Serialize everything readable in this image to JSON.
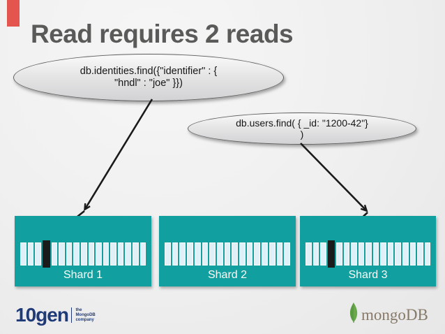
{
  "slide": {
    "title": "Read requires 2 reads",
    "title_color": "#5a5a58",
    "accent_color": "#e4554e",
    "background_color": "#efefef"
  },
  "callouts": [
    {
      "line1": "db.identities.find({\"identifier\" : {",
      "line2": "\"hndl\" : \"joe\" }})"
    },
    {
      "line1": "db.users.find( { _id: \"1200-42\"}",
      "line2": ")"
    }
  ],
  "shards": [
    {
      "label": "Shard 1",
      "chunks": 17,
      "highlight_index": 3
    },
    {
      "label": "Shard 2",
      "chunks": 17,
      "highlight_index": -1
    },
    {
      "label": "Shard 3",
      "chunks": 17,
      "highlight_index": 3
    }
  ],
  "colors": {
    "shard_fill": "#129fa0",
    "chunk_light": "#dff0f8",
    "chunk_highlight": "#1b1b1b",
    "arrow": "#1a1a1a"
  },
  "footer": {
    "tengen_name": "10gen",
    "tengen_tagline": [
      "the",
      "MongoDB",
      "company"
    ],
    "tengen_color": "#203a77",
    "mongo_text": "mongoDB",
    "mongo_text_color": "#877a68",
    "mongo_leaf_color": "#69a74b"
  }
}
